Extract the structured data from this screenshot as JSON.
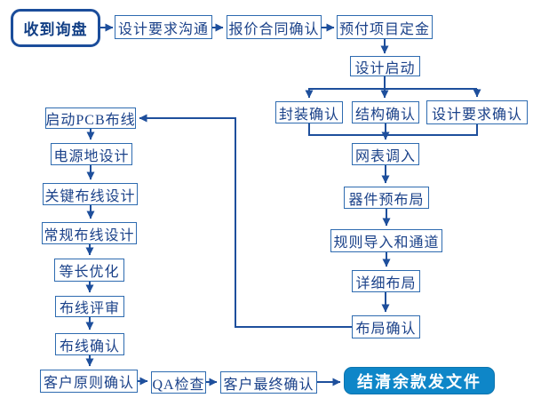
{
  "diagram": {
    "type": "flowchart",
    "language": "zh-CN",
    "colors": {
      "background": "#ffffff",
      "box_fill": "#ffffff",
      "box_border": "#2e6bb0",
      "box_text": "#1a4189",
      "start_border": "#1b4d9b",
      "connector": "#1e4f9c",
      "end_fill": "#0e86c8",
      "end_text": "#ffffff"
    },
    "nodes": {
      "start": {
        "label": "收到询盘"
      },
      "req_comm": {
        "label": "设计要求沟通"
      },
      "quote": {
        "label": "报价合同确认"
      },
      "deposit": {
        "label": "预付项目定金"
      },
      "kickoff": {
        "label": "设计启动"
      },
      "pkg": {
        "label": "封装确认"
      },
      "struct": {
        "label": "结构确认"
      },
      "req_conf": {
        "label": "设计要求确认"
      },
      "netlist": {
        "label": "网表调入"
      },
      "preplace": {
        "label": "器件预布局"
      },
      "rules": {
        "label": "规则导入和通道"
      },
      "detail": {
        "label": "详细布局"
      },
      "place_conf": {
        "label": "布局确认"
      },
      "pcb_route": {
        "label": "启动PCB布线"
      },
      "power_gnd": {
        "label": "电源地设计"
      },
      "critical": {
        "label": "关键布线设计"
      },
      "general": {
        "label": "常规布线设计"
      },
      "length_opt": {
        "label": "等长优化"
      },
      "review": {
        "label": "布线评审"
      },
      "route_conf": {
        "label": "布线确认"
      },
      "cust_prin": {
        "label": "客户原则确认"
      },
      "qa": {
        "label": "QA检查"
      },
      "cust_final": {
        "label": "客户最终确认"
      },
      "end": {
        "label": "结清余款发文件"
      }
    },
    "edges": [
      [
        "start",
        "req_comm"
      ],
      [
        "req_comm",
        "quote"
      ],
      [
        "quote",
        "deposit"
      ],
      [
        "deposit",
        "kickoff"
      ],
      [
        "kickoff",
        "pkg"
      ],
      [
        "kickoff",
        "struct"
      ],
      [
        "kickoff",
        "req_conf"
      ],
      [
        "pkg",
        "netlist"
      ],
      [
        "struct",
        "netlist"
      ],
      [
        "req_conf",
        "netlist"
      ],
      [
        "netlist",
        "preplace"
      ],
      [
        "preplace",
        "rules"
      ],
      [
        "rules",
        "detail"
      ],
      [
        "detail",
        "place_conf"
      ],
      [
        "place_conf",
        "pcb_route"
      ],
      [
        "pcb_route",
        "power_gnd"
      ],
      [
        "power_gnd",
        "critical"
      ],
      [
        "critical",
        "general"
      ],
      [
        "general",
        "length_opt"
      ],
      [
        "length_opt",
        "review"
      ],
      [
        "review",
        "route_conf"
      ],
      [
        "route_conf",
        "cust_prin"
      ],
      [
        "cust_prin",
        "qa"
      ],
      [
        "qa",
        "cust_final"
      ],
      [
        "cust_final",
        "end"
      ]
    ]
  }
}
